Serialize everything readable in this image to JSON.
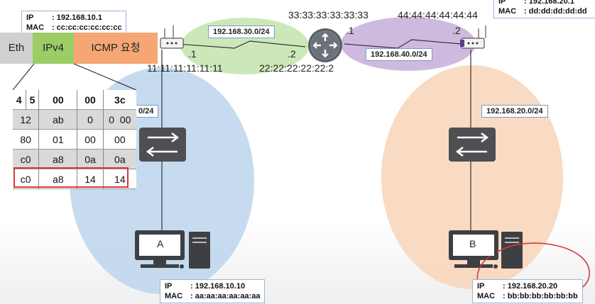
{
  "title": {
    "mac_router_left": "33:33:33:33:33:33",
    "mac_router_right": "44:44:44:44:44:44",
    "mac_gw_a": "11:11:11:11:11:11",
    "mac_router_in": "22:22:22:22:22:2"
  },
  "subnets": {
    "net30": "192.168.30.0/24",
    "net40": "192.168.40.0/24",
    "net20": "192.168.20.0/24",
    "net10_partial": "0/24"
  },
  "ports": {
    "p1_left": ".1",
    "p2_left": ".2",
    "p1_right": ".1",
    "p2_right": ".2"
  },
  "router_a_box": {
    "ip_label": "IP",
    "ip_value": ": 192.168.10.1",
    "mac_label": "MAC",
    "mac_value": ": cc:cc:cc:cc:cc:cc"
  },
  "router_b_box": {
    "ip_label": "IP",
    "ip_value": ": 192.168.20.1",
    "mac_label": "MAC",
    "mac_value": ": dd:dd:dd:dd:dd"
  },
  "host_a_box": {
    "ip_label": "IP",
    "ip_value": ": 192.168.10.10",
    "mac_label": "MAC",
    "mac_value": ": aa:aa:aa:aa:aa:aa"
  },
  "host_b_box": {
    "ip_label": "IP",
    "ip_value": ": 192.168.20.20",
    "mac_label": "MAC",
    "mac_value": ": bb:bb:bb:bb:bb:bb"
  },
  "hosts": {
    "a_label": "A",
    "b_label": "B"
  },
  "packet": {
    "eth": "Eth",
    "ipv4": "IPv4",
    "icmp": "ICMP 요청"
  },
  "ip_header": {
    "rows": [
      [
        "4",
        "5",
        "00",
        "00",
        "3c"
      ],
      [
        "12",
        "ab",
        "0",
        "0",
        "00"
      ],
      [
        "80",
        "01",
        "00",
        "00"
      ],
      [
        "c0",
        "a8",
        "0a",
        "0a"
      ],
      [
        "c0",
        "a8",
        "14",
        "14"
      ]
    ]
  },
  "colors": {
    "blue_net": "#bcd5ec",
    "green_net": "#c8e6b0",
    "purple_net": "#c9b3dc",
    "orange_net": "#f8d6bb",
    "ipv4_tab": "#9ccc66",
    "icmp_tab": "#f5a672",
    "eth_tab": "#d0d0d0",
    "highlight": "#d43a3a"
  }
}
